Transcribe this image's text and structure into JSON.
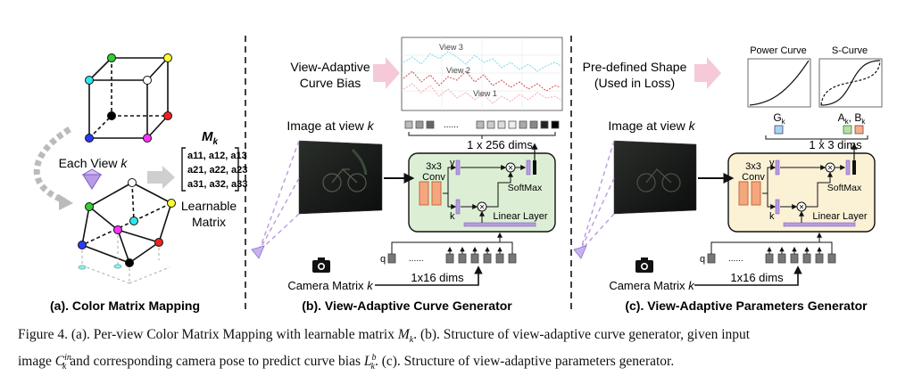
{
  "panel_a": {
    "label": "(a). Color Matrix Mapping",
    "each_view": "Each View",
    "each_view_k": "k",
    "matrix_symbol": "M",
    "matrix_sub": "k",
    "matrix_rows": [
      [
        "a11",
        "a12",
        "a13"
      ],
      [
        "a21",
        "a22",
        "a23"
      ],
      [
        "a31",
        "a32",
        "a33"
      ]
    ],
    "learnable_1": "Learnable",
    "learnable_2": "Matrix"
  },
  "panel_b": {
    "label": "(b). View-Adaptive Curve Generator",
    "bias_line1": "View-Adaptive",
    "bias_line2": "Curve Bias",
    "image_label": "Image at view",
    "image_k": "k",
    "dims_top": "1 x 256 dims",
    "conv_1": "3x3",
    "conv_2": "Conv",
    "v": "v",
    "k": "k",
    "q": "q",
    "softmax": "SoftMax",
    "linear": "Linear Layer",
    "dots": "......",
    "dims_bottom": "1x16 dims",
    "camera_label": "Camera Matrix",
    "camera_k": "k",
    "plot_views": [
      "View 3",
      "View 2",
      "View 1"
    ]
  },
  "panel_c": {
    "label": "(c). View-Adaptive Parameters Generator",
    "shape_line1": "Pre-defined Shape",
    "shape_line2": "(Used in Loss)",
    "power_title": "Power Curve",
    "scurve_title": "S-Curve",
    "g_label": "G",
    "g_sub": "k",
    "ab_label": "A",
    "ab_sub1": "k",
    "ab_sep": ", B",
    "ab_sub2": "k",
    "image_label": "Image at view",
    "image_k": "k",
    "dims_top": "1 x 3 dims",
    "conv_1": "3x3",
    "conv_2": "Conv",
    "v": "v",
    "k": "k",
    "q": "q",
    "softmax": "SoftMax",
    "linear": "Linear Layer",
    "dots": "......",
    "dims_bottom": "1x16 dims",
    "camera_label": "Camera Matrix",
    "camera_k": "k"
  },
  "caption": {
    "line1_a": "Figure 4. (a). Per-view Color Matrix Mapping with learnable matrix",
    "line1_sym": "M",
    "line1_sub": "k",
    "line1_b": ". (b). Structure of view-adaptive curve generator, given input",
    "line2_a": "image",
    "line2_sym": "C",
    "line2_sup": "in",
    "line2_sub": "k",
    "line2_b": "and corresponding camera pose to predict curve bias",
    "line2_sym2": "L",
    "line2_sup2": "b",
    "line2_sub2": "k",
    "line2_c": ". (c). Structure of view-adaptive parameters generator."
  },
  "colors": {
    "green_box": "#dcefd4",
    "yellow_box": "#fbf2d6",
    "conv_orange": "#f4a77f",
    "purple_bar": "#b89ce0",
    "arrow_pink": "#f6c9d8",
    "g_square": "#a8d3ef",
    "a_square": "#b7dea5",
    "b_square": "#f3b08a"
  }
}
